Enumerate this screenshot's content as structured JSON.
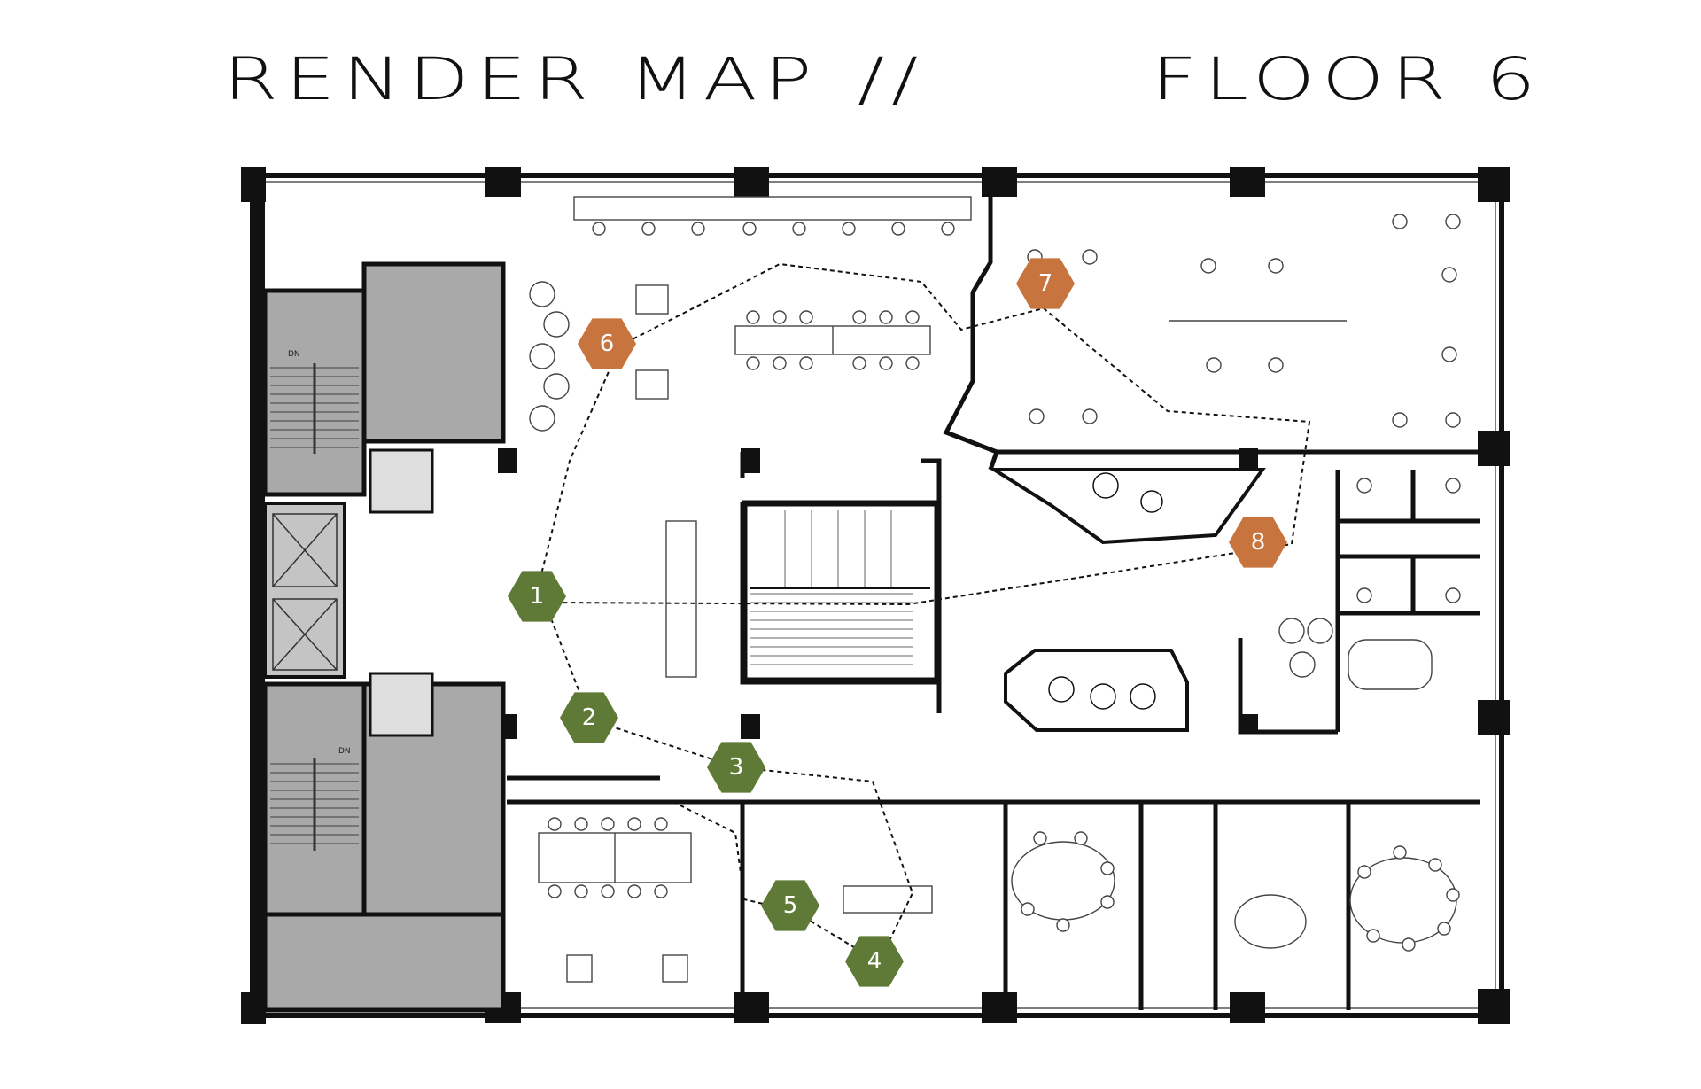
{
  "title": {
    "left": "RENDER MAP",
    "separator": "//",
    "right": "FLOOR 6"
  },
  "markers": [
    {
      "label": "1",
      "color": "#5f7a37"
    },
    {
      "label": "2",
      "color": "#5f7a37"
    },
    {
      "label": "3",
      "color": "#5f7a37"
    },
    {
      "label": "4",
      "color": "#5f7a37"
    },
    {
      "label": "5",
      "color": "#5f7a37"
    },
    {
      "label": "6",
      "color": "#c8743f"
    },
    {
      "label": "7",
      "color": "#c8743f"
    },
    {
      "label": "8",
      "color": "#c8743f"
    }
  ],
  "stair_labels": [
    "DN",
    "DN"
  ],
  "colors": {
    "green": "#5f7a37",
    "orange": "#c8743f",
    "core_gray": "#a9a9a9",
    "wall": "#111111"
  }
}
